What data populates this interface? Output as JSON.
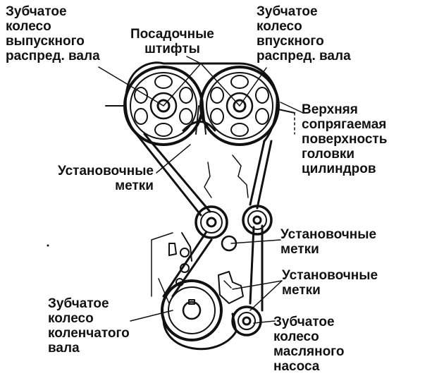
{
  "labels": {
    "exhaust_sprocket": [
      "Зубчатое",
      "колесо",
      "выпускного",
      "распред. вала"
    ],
    "dowel_pins": [
      "Посадочные",
      "штифты"
    ],
    "intake_sprocket": [
      "Зубчатое",
      "колесо",
      "впускного",
      "распред. вала"
    ],
    "head_surface": [
      "Верхняя",
      "сопрягаемая",
      "поверхность",
      "головки",
      "цилиндров"
    ],
    "timing_marks_left": [
      "Установочные",
      "метки"
    ],
    "timing_marks_right_1": [
      "Установочные",
      "метки"
    ],
    "timing_marks_right_2": [
      "Установочные",
      "метки"
    ],
    "crank_sprocket": [
      "Зубчатое",
      "колесо",
      "коленчатого",
      "вала"
    ],
    "oil_pump_sprocket": [
      "Зубчатое",
      "колесо",
      "масляного",
      "насоса"
    ]
  },
  "colors": {
    "ink": "#111111",
    "background": "#ffffff"
  }
}
